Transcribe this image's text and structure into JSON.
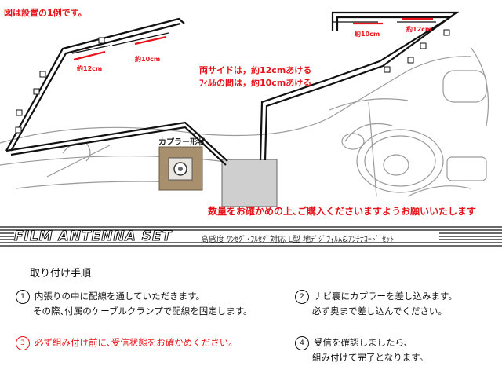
{
  "diagram": {
    "caption": "図は設置の1例です。",
    "left_meas_12": "約12cm",
    "left_meas_10": "約10cm",
    "right_meas_10": "約10cm",
    "right_meas_12": "約12cm",
    "note_line1": "両サイドは，約12cmあける",
    "note_line2": "ﾌｨﾙﾑの間は，約10cmあける",
    "coupler_label": "カプラー形状",
    "confirm_note": "数量をお確かめの上､ご購入くださいますようお願いいたします"
  },
  "banner": {
    "title": "FILM ANTENNA SET",
    "subtitle": "高感度 ﾜﾝｾｸﾞ･ﾌﾙｾｸﾞ対応 L型 地ﾃﾞｼﾞﾌｨﾙﾑ&ｱﾝﾃﾅｺｰﾄﾞ ｾｯﾄ"
  },
  "instructions": {
    "title": "取り付け手順",
    "steps": [
      {
        "num": "1",
        "line1": "内張りの中に配線を通していただきます。",
        "line2": "その際､付属のケーブルクランプで配線を固定します。"
      },
      {
        "num": "2",
        "line1": "ナビ裏にカプラーを差し込みます。",
        "line2": "必ず奥まで差し込んでください。"
      },
      {
        "num": "3",
        "line1": "必ず組み付け前に､受信状態をお確かめください。",
        "line2": ""
      },
      {
        "num": "4",
        "line1": "受信を確認しましたら､",
        "line2": "組み付けて完了となります。"
      }
    ]
  },
  "colors": {
    "accent_red": "#e8141c",
    "line": "#111111"
  }
}
